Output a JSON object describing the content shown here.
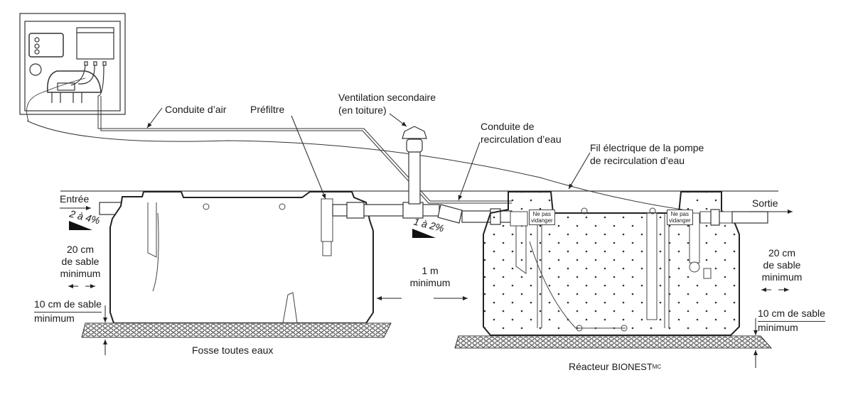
{
  "labels": {
    "air_line": "Conduite d’air",
    "prefilter": "Préfiltre",
    "vent_line1": "Ventilation secondaire",
    "vent_line2": "(en toiture)",
    "recirc_line1": "Conduite de",
    "recirc_line2": "recirculation d’eau",
    "wire_line1": "Fil électrique de la pompe",
    "wire_line2": "de recirculation d’eau",
    "inlet": "Entrée",
    "outlet": "Sortie",
    "inlet_slope": "2 à 4%",
    "mid_slope": "1 à 2%",
    "sand_side_left": [
      "20 cm",
      "de sable",
      "minimum"
    ],
    "sand_side_right": [
      "20 cm",
      "de sable",
      "minimum"
    ],
    "sand_bottom_left": [
      "10 cm de sable",
      "minimum"
    ],
    "sand_bottom_right": [
      "10 cm de sable",
      "minimum"
    ],
    "spacing": [
      "1 m",
      "minimum"
    ],
    "septic_tank": "Fosse toutes eaux",
    "reactor_prefix": "Réacteur",
    "reactor_brand": "BIONEST",
    "reactor_mark": "MC",
    "do_not_empty_1": [
      "Ne pas",
      "vidanger"
    ],
    "do_not_empty_2": [
      "Ne pas",
      "vidanger"
    ]
  },
  "colors": {
    "line": "#2a2a2a",
    "thin": "#555555",
    "gravel": "#3a3a3a"
  }
}
